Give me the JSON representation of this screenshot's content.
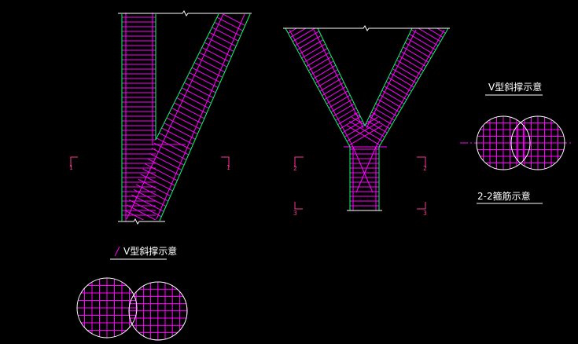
{
  "labels": {
    "v_section_right": "V型斜撑示意",
    "section_2_2": "2-2箍筋示意",
    "v_section_left": "V型斜撑示意"
  },
  "section_marks": {
    "m1a": "1",
    "m1b": "1",
    "m2a": "2",
    "m2b": "2",
    "m3a": "3",
    "m3b": "3"
  },
  "colors": {
    "background": "#000000",
    "rebar": "#ff00ff",
    "outline": "#00ff66",
    "line": "#ffffff",
    "section_mark": "#ff3399"
  }
}
